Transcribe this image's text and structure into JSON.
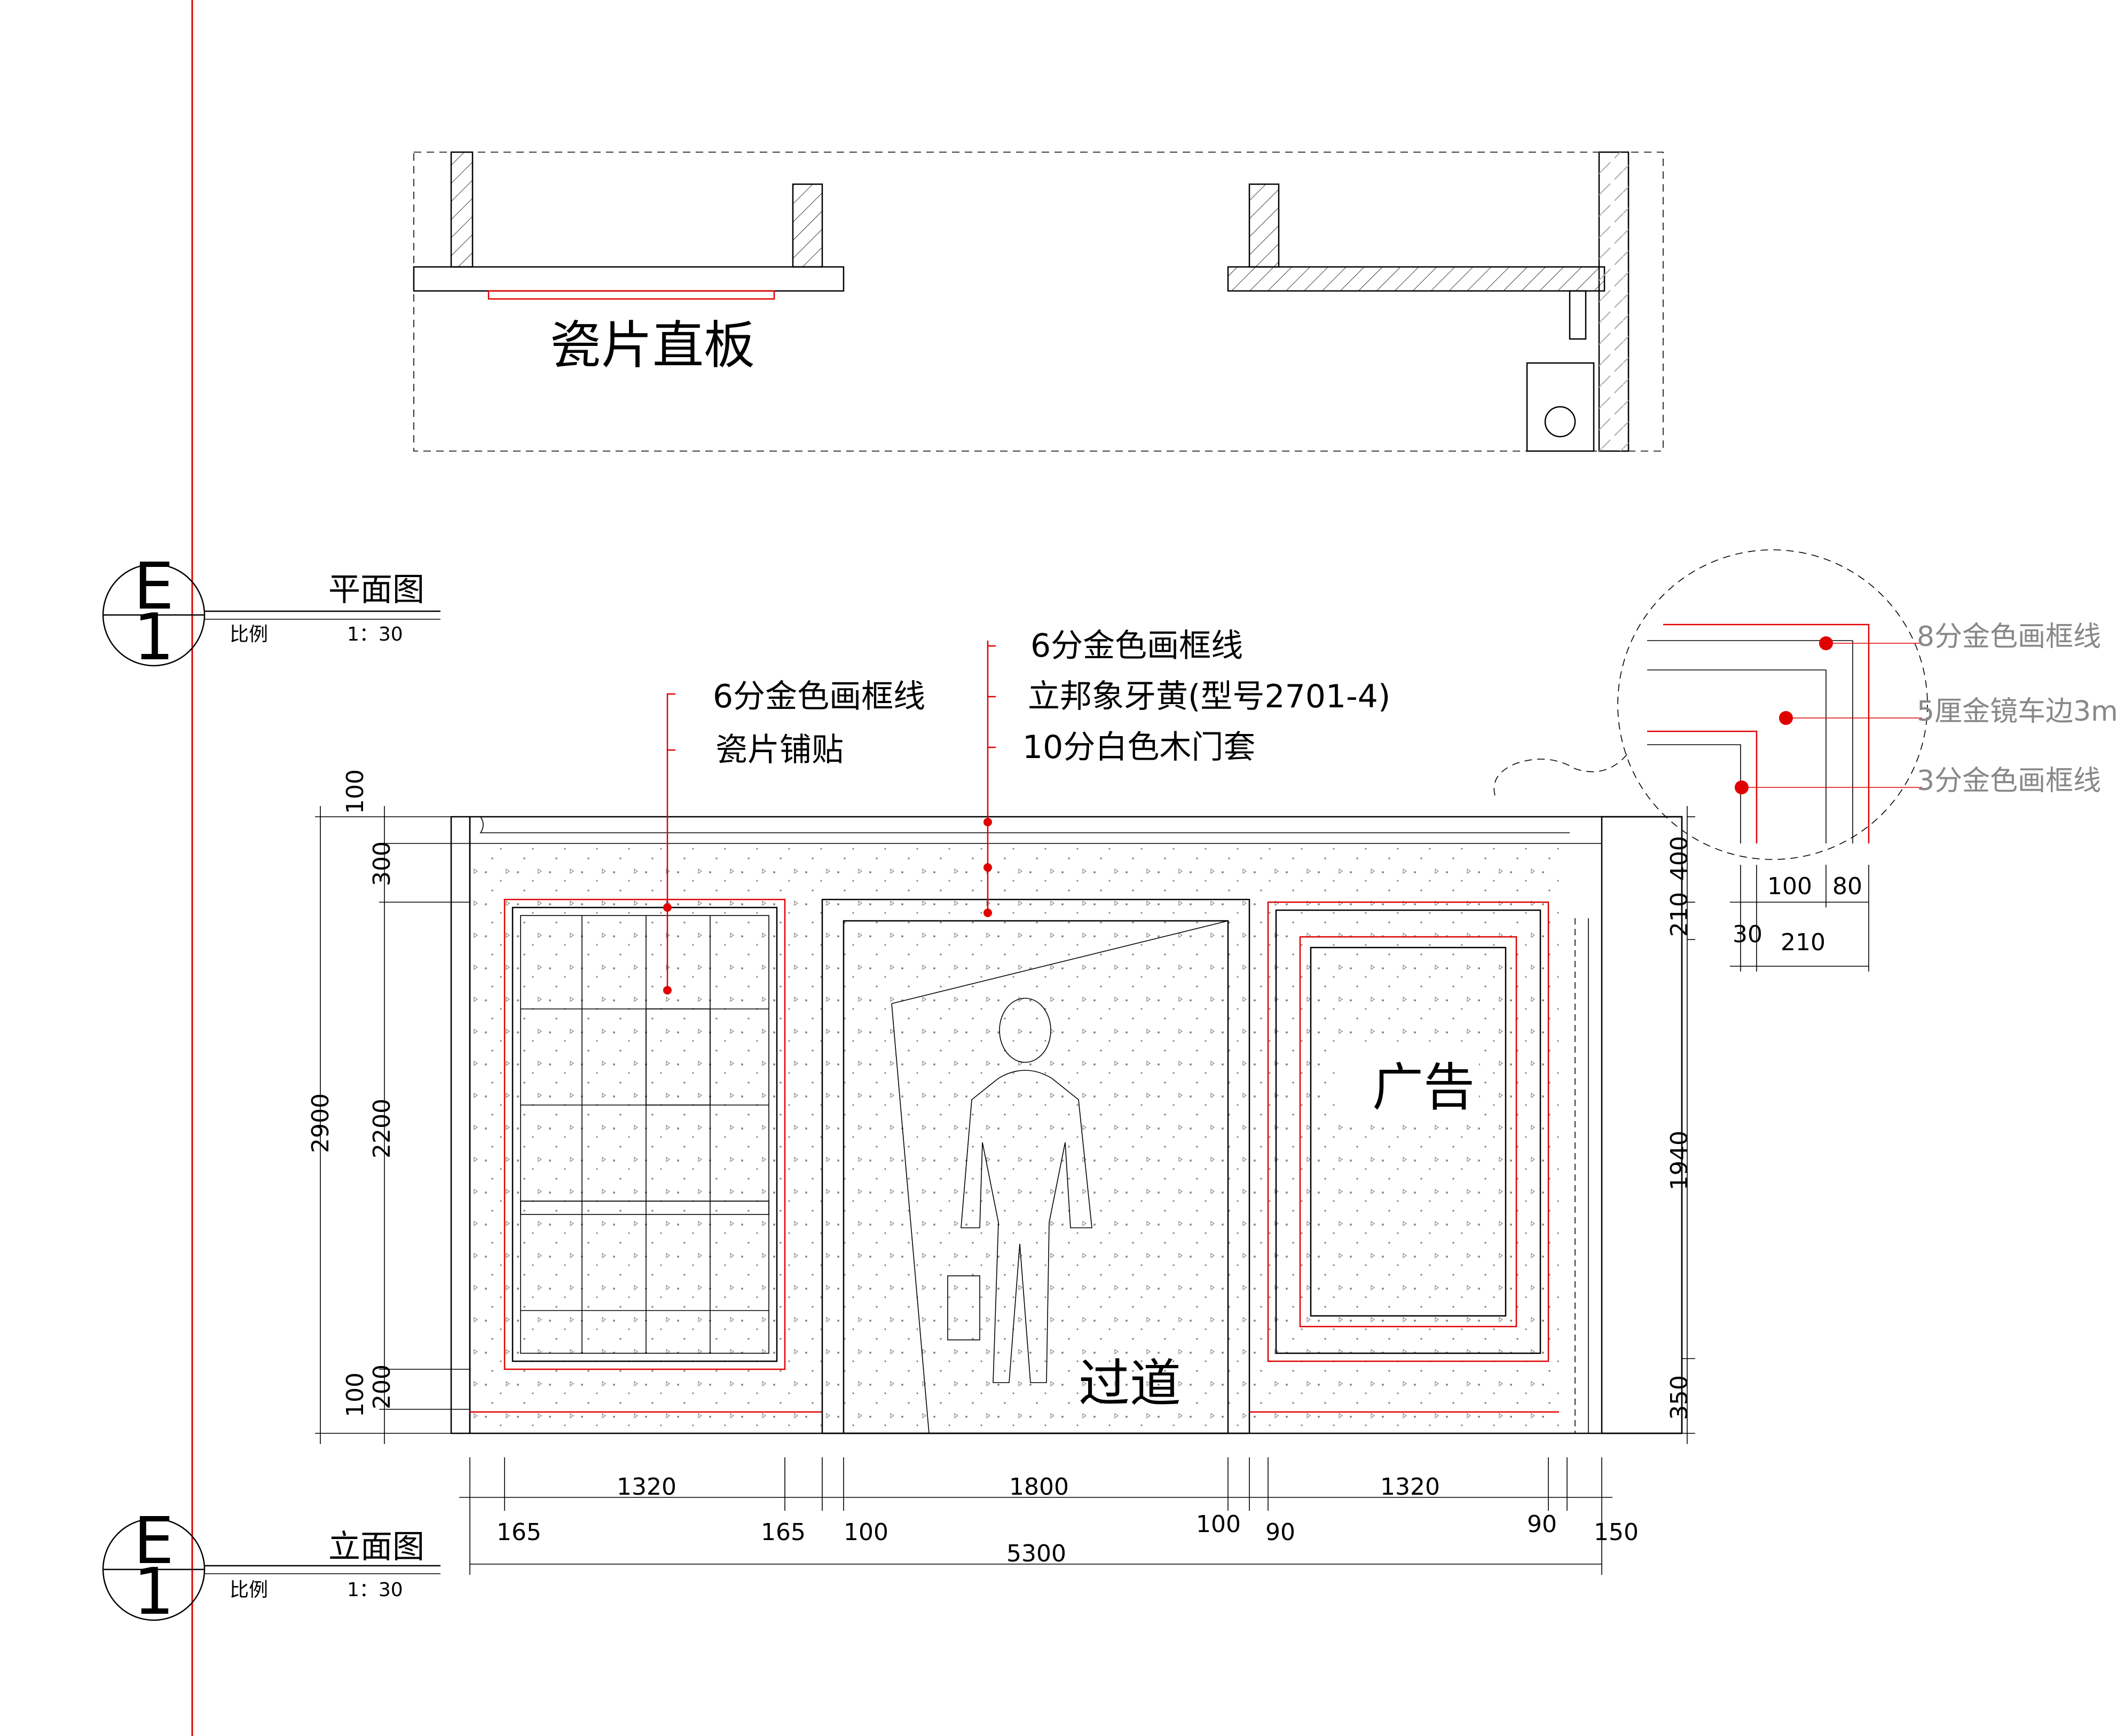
{
  "plan": {
    "panel_label": "瓷片直板"
  },
  "plan_title": {
    "letter": "E",
    "number": "1",
    "name": "平面图",
    "scale_label": "比例",
    "scale_value": "1：30"
  },
  "elev_title": {
    "letter": "E",
    "number": "1",
    "name": "立面图",
    "scale_label": "比例",
    "scale_value": "1：30"
  },
  "callouts": {
    "left": [
      "6分金色画框线",
      "瓷片铺贴"
    ],
    "center": [
      "6分金色画框线",
      "立邦象牙黄(型号2701-4)",
      "10分白色木门套"
    ]
  },
  "detail": {
    "labels": [
      "8分金色画框线",
      "5厘金镜车边3m",
      "3分金色画框线"
    ],
    "dims": [
      "100",
      "80",
      "30",
      "210"
    ]
  },
  "room_labels": {
    "passage": "过道",
    "ad": "广告"
  },
  "dims_left": [
    "100",
    "300",
    "2900",
    "2200",
    "200",
    "100"
  ],
  "dims_right": [
    "400",
    "210",
    "1940",
    "350"
  ],
  "dims_bottom_row1": [
    "1320",
    "1800",
    "1320"
  ],
  "dims_bottom_row2": [
    "165",
    "165",
    "100",
    "100",
    "90",
    "90",
    "150"
  ],
  "dims_total": "5300",
  "colors": {
    "line": "#000000",
    "accent": "#e00000",
    "label_grey": "#888888"
  }
}
